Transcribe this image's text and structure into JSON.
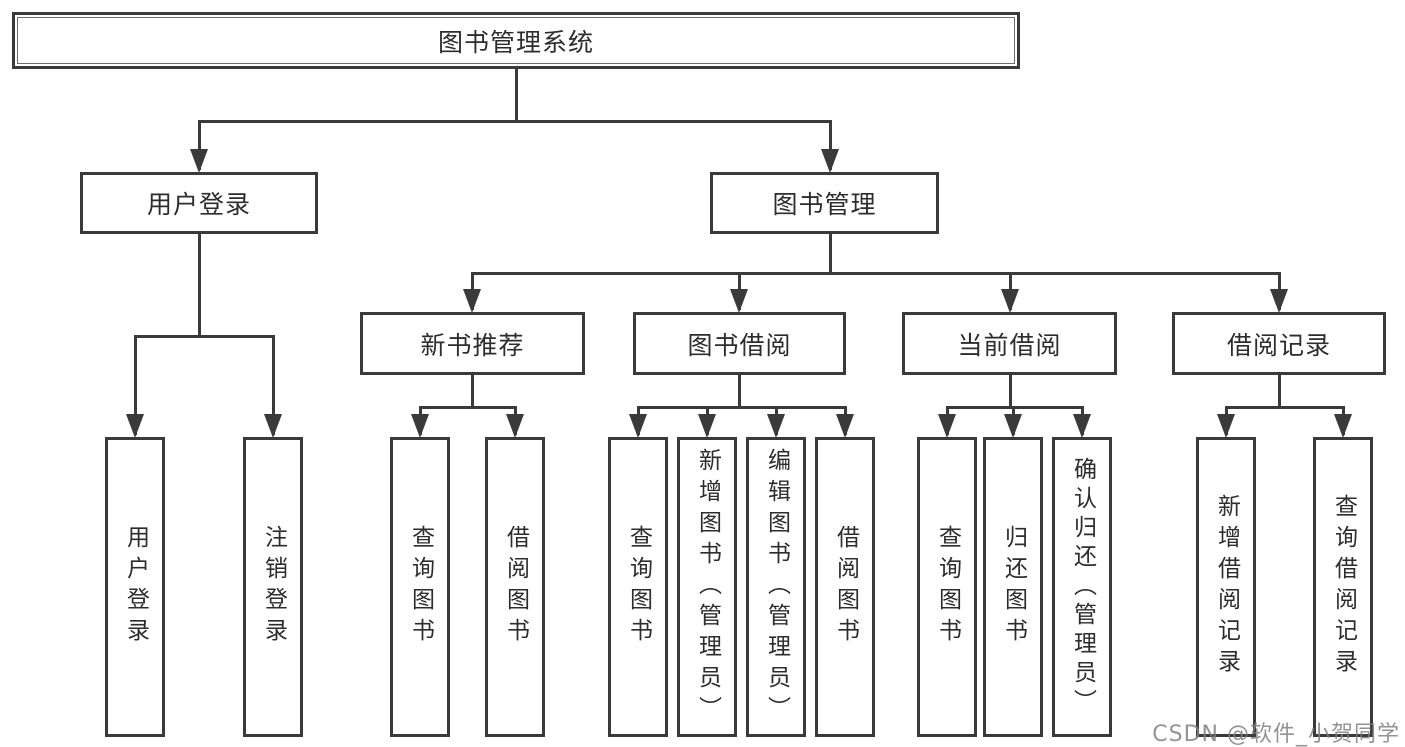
{
  "diagram": {
    "root": {
      "label": "图书管理系统"
    },
    "branches": [
      {
        "label": "用户登录",
        "children": [
          {
            "label": "用户登录"
          },
          {
            "label": "注销登录"
          }
        ]
      },
      {
        "label": "图书管理",
        "children": [
          {
            "label": "新书推荐",
            "children": [
              {
                "label": "查询图书"
              },
              {
                "label": "借阅图书"
              }
            ]
          },
          {
            "label": "图书借阅",
            "children": [
              {
                "label": "查询图书"
              },
              {
                "label": "新增图书（管理员）"
              },
              {
                "label": "编辑图书（管理员）"
              },
              {
                "label": "借阅图书"
              }
            ]
          },
          {
            "label": "当前借阅",
            "children": [
              {
                "label": "查询图书"
              },
              {
                "label": "归还图书"
              },
              {
                "label": "确认归还（管理员）"
              }
            ]
          },
          {
            "label": "借阅记录",
            "children": [
              {
                "label": "新增借阅记录"
              },
              {
                "label": "查询借阅记录"
              }
            ]
          }
        ]
      }
    ]
  },
  "watermark": "CSDN @软件_小贺同学",
  "colors": {
    "line": "#3a3a3a",
    "border": "#3a3a3a",
    "text": "#2d2d2d",
    "watermark": "#808080",
    "background": "#ffffff"
  }
}
